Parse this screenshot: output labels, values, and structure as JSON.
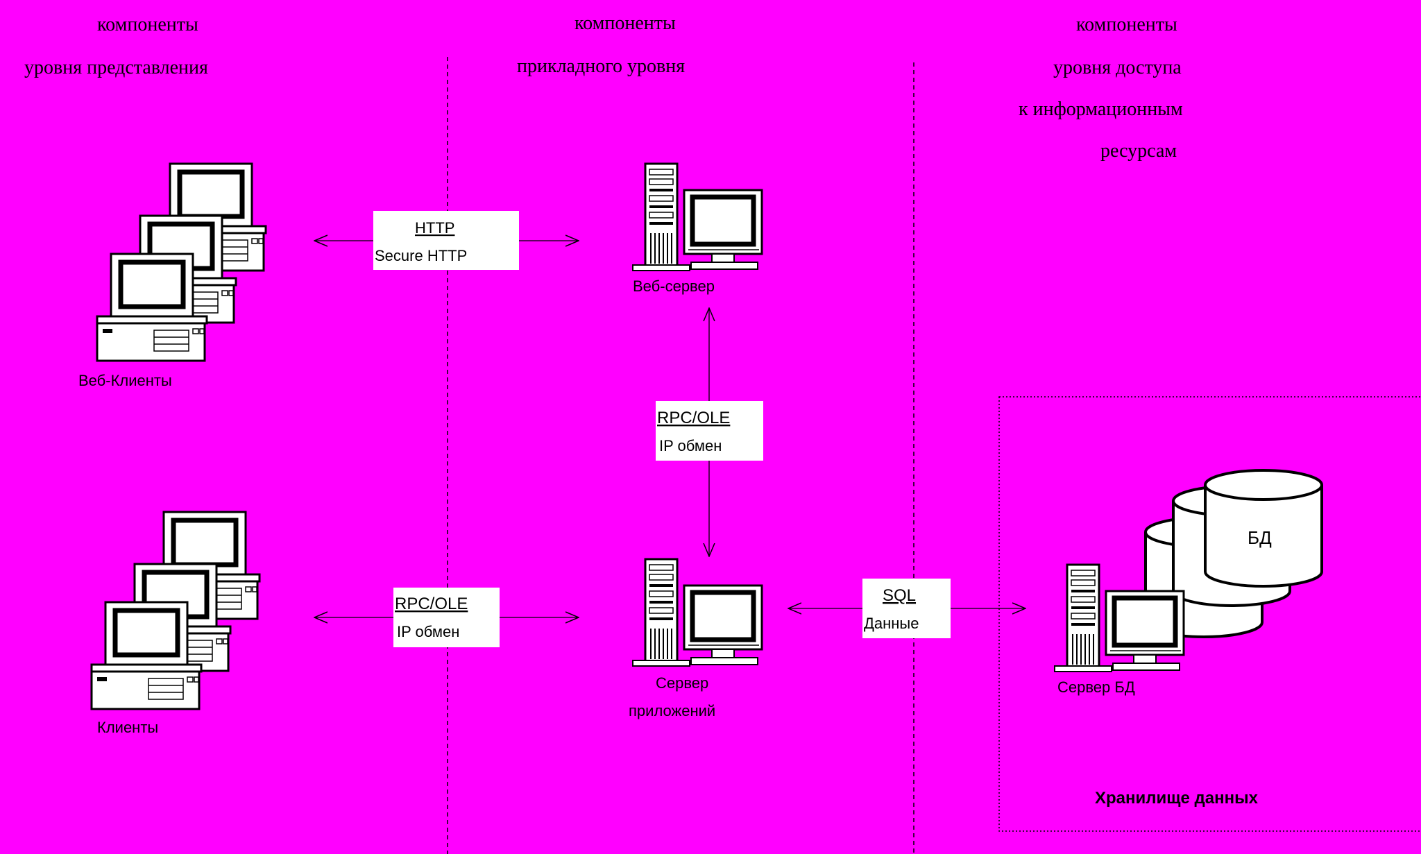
{
  "colors": {
    "background": "#ff00ff",
    "box_fill": "#ffffff",
    "line": "#000000"
  },
  "headers": {
    "presentation": {
      "line1": "компоненты",
      "line2": "уровня представления"
    },
    "application": {
      "line1": "компоненты",
      "line2": "прикладного уровня"
    },
    "data_access": {
      "line1": "компоненты",
      "line2": "уровня доступа",
      "line3": "к информационным",
      "line4": "ресурсам"
    }
  },
  "nodes": {
    "web_clients": {
      "label": "Веб-Клиенты",
      "icon": "workstation-stack-icon"
    },
    "clients": {
      "label": "Клиенты",
      "icon": "workstation-stack-icon"
    },
    "web_server": {
      "label": "Веб-сервер",
      "icon": "server-tower-icon"
    },
    "app_server": {
      "line1": "Сервер",
      "line2": "приложений",
      "icon": "server-tower-icon"
    },
    "db_server": {
      "label": "Сервер БД",
      "icon": "server-tower-icon"
    },
    "database": {
      "label": "БД",
      "icon": "database-cylinder-icon"
    },
    "storage": {
      "label": "Хранилище данных"
    }
  },
  "connections": {
    "http": {
      "line1": "HTTP",
      "line2": "Secure HTTP"
    },
    "rpc_web": {
      "line1": "RPC/OLE",
      "line2": "IP обмен"
    },
    "rpc_clients": {
      "line1": "RPC/OLE",
      "line2": "IP обмен"
    },
    "sql": {
      "line1": "SQL",
      "line2": "Данные"
    }
  }
}
